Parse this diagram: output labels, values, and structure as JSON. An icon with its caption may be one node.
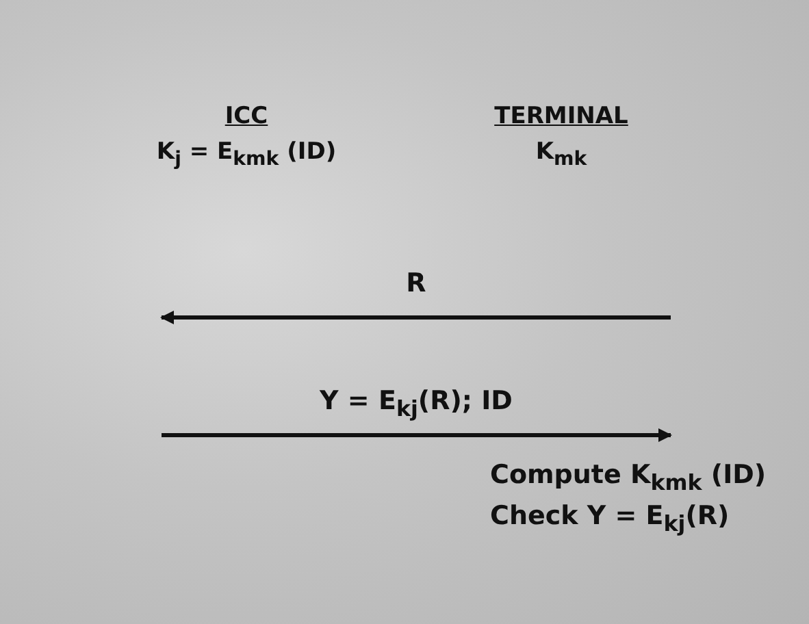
{
  "diagram": {
    "nodes": [
      {
        "text": [
          "ICC",
          "K$_{j}$ = E$_{kmk}$ (ID)"
        ]
      },
      {
        "text": [
          "TERMINAL",
          "K$_{mk}$"
        ]
      }
    ],
    "labels": [
      "R",
      "Y = E$_{kj}$(R); ID",
      "Compute K$_{kmk}$ (ID)",
      "Check Y = E$_{kj}$(R)"
    ]
  }
}
